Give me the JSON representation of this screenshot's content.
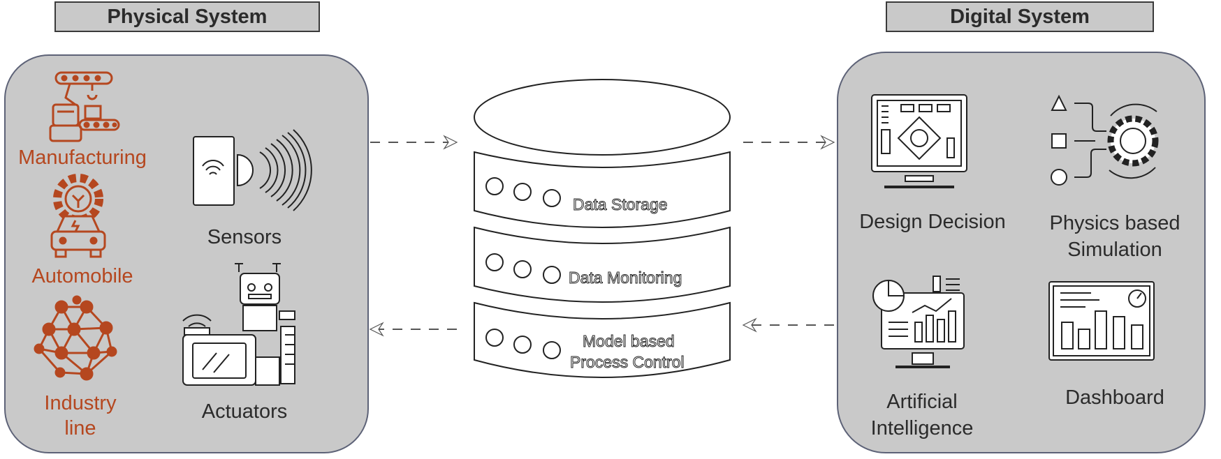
{
  "physical": {
    "title": "Physical System",
    "labels": {
      "manufacturing": "Manufacturing",
      "automobile": "Automobile",
      "industry_line_1": "Industry",
      "industry_line_2": "line",
      "sensors": "Sensors",
      "actuators": "Actuators"
    }
  },
  "digital": {
    "title": "Digital System",
    "labels": {
      "design_decision": "Design Decision",
      "physics_1": "Physics based",
      "physics_2": "Simulation",
      "ai_1": "Artificial",
      "ai_2": "Intelligence",
      "dashboard": "Dashboard"
    }
  },
  "database": {
    "layers": [
      "Data Storage",
      "Data Monitoring",
      "Model based",
      "Process Control"
    ]
  },
  "colors": {
    "panel": "#c9c9c9",
    "accent_orange": "#b5471f",
    "text_dark": "#2b2b2b",
    "outline": "#5d6277"
  },
  "icons": {
    "manufacturing": "conveyor-robot-arm-icon",
    "automobile": "car-gear-icon",
    "industry_line": "network-globe-icon",
    "sensors": "wireless-sensor-icon",
    "actuators": "robot-machine-icon",
    "design_decision": "circuit-monitor-icon",
    "physics_simulation": "shapes-gear-process-icon",
    "ai": "analytics-monitor-icon",
    "dashboard": "bar-chart-dashboard-icon"
  }
}
